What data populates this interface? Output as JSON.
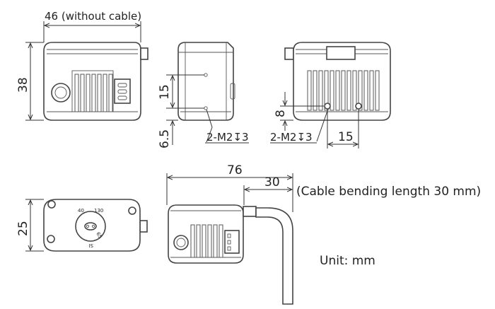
{
  "front_view": {
    "width_label": "46 (without cable)",
    "height_label": "38"
  },
  "side_view": {
    "pitch_label": "15",
    "offset_label": "6.5",
    "thread_label": "2-M2↧3"
  },
  "back_view": {
    "offset_label": "8",
    "pitch_label": "15",
    "thread_label": "2-M2↧3"
  },
  "bottom_view": {
    "height_label": "25",
    "marks": [
      "40",
      "130",
      "65",
      "SI"
    ]
  },
  "cable_view": {
    "overall_label": "76",
    "bend_label": "30"
  },
  "notes": {
    "cable_bending": "(Cable bending length 30 mm)",
    "unit": "Unit: mm"
  },
  "colors": {
    "line": "#444444",
    "background": "#ffffff"
  }
}
